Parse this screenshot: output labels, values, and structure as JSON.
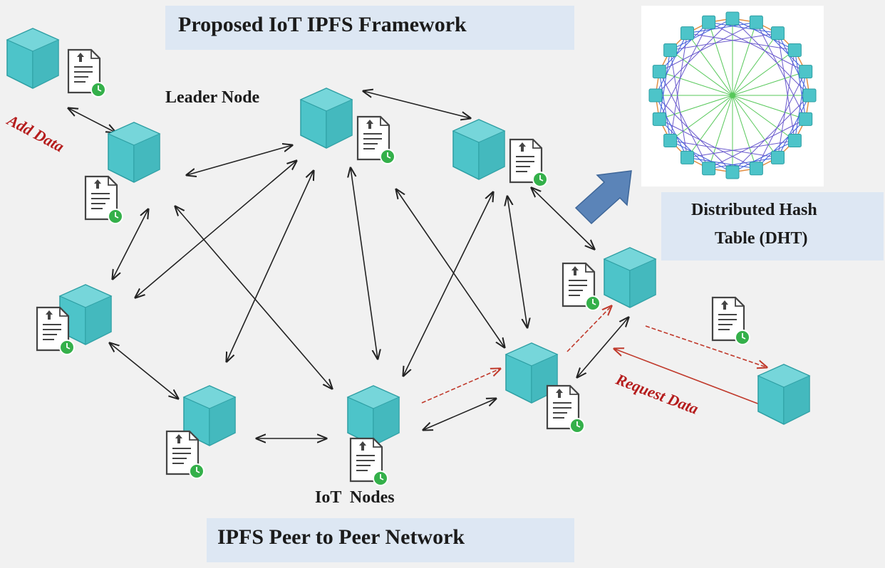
{
  "title": "Proposed IoT IPFS Framework",
  "footer_title": "IPFS Peer to Peer Network",
  "labels": {
    "leader_node": "Leader Node",
    "iot_nodes": "IoT  Nodes",
    "add_data": "Add Data",
    "request_data": "Request Data",
    "dht_line1": "Distributed  Hash",
    "dht_line2": "Table (DHT)"
  },
  "nodes": [
    {
      "id": "n-topleft",
      "icon": "cube-node-icon"
    },
    {
      "id": "n-adddata",
      "icon": "cube-node-icon"
    },
    {
      "id": "n-leader",
      "icon": "cube-node-icon"
    },
    {
      "id": "n-topright",
      "icon": "cube-node-icon"
    },
    {
      "id": "n-left",
      "icon": "cube-node-icon"
    },
    {
      "id": "n-bottomleft",
      "icon": "cube-node-icon"
    },
    {
      "id": "n-bottom",
      "icon": "cube-node-icon"
    },
    {
      "id": "n-center-right",
      "icon": "cube-node-icon"
    },
    {
      "id": "n-right",
      "icon": "cube-node-icon"
    },
    {
      "id": "n-request",
      "icon": "cube-node-icon"
    }
  ],
  "colors": {
    "cube": "#4dc4c9",
    "box_bg": "#dde7f3",
    "red": "#b51c1c",
    "arrow_blue": "#5b84b8",
    "clock": "#34b04a"
  }
}
